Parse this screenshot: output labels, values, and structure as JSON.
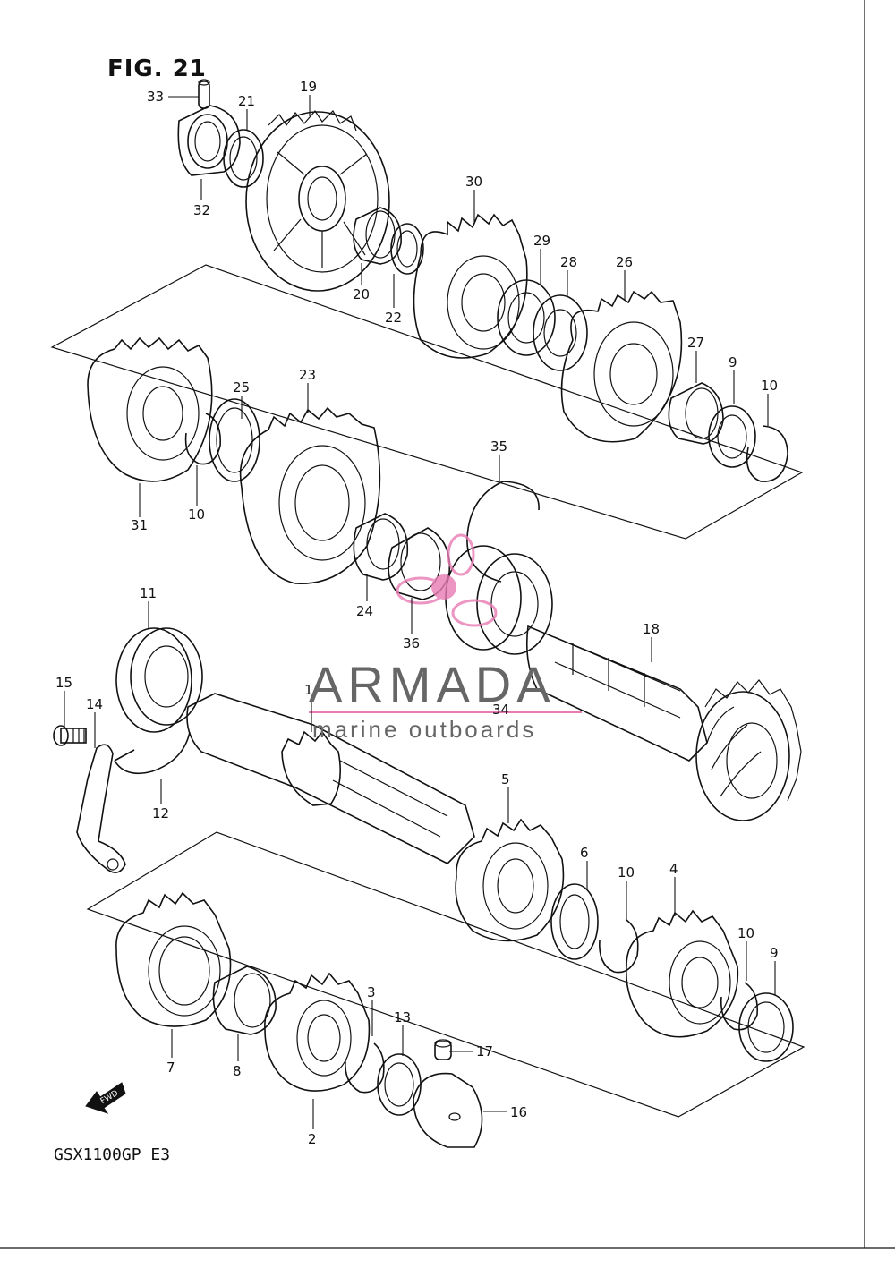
{
  "figure": {
    "title": "FIG. 21",
    "model_code": "GSX1100GP  E3",
    "fwd_label": "FWD"
  },
  "watermark": {
    "name": "ARMADA",
    "tagline": "marine outboards",
    "accent_color": "#e97bb4"
  },
  "callouts": [
    "33",
    "21",
    "19",
    "32",
    "30",
    "29",
    "28",
    "26",
    "20",
    "22",
    "27",
    "9",
    "10",
    "25",
    "23",
    "31",
    "10",
    "35",
    "11",
    "18",
    "24",
    "36",
    "15",
    "14",
    "1",
    "34",
    "12",
    "5",
    "6",
    "10",
    "4",
    "10",
    "9",
    "3",
    "13",
    "17",
    "7",
    "8",
    "2",
    "16"
  ]
}
